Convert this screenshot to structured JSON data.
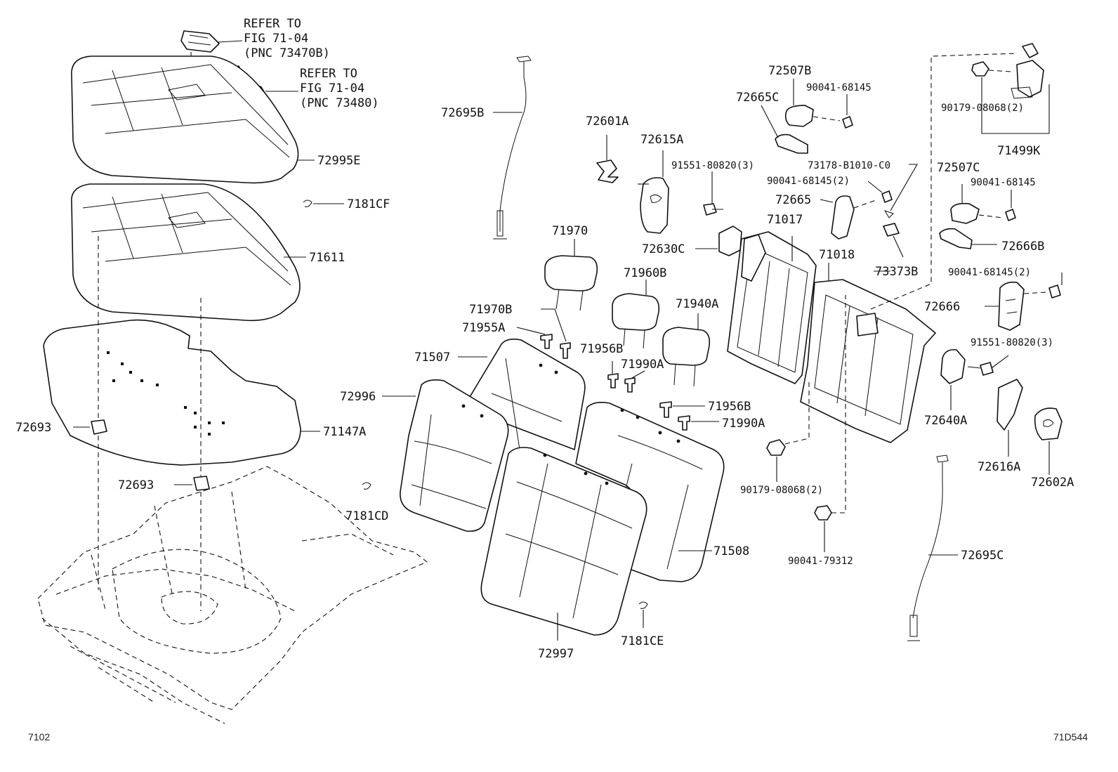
{
  "labels": {
    "refer1": [
      "REFER TO",
      "FIG 71-04",
      "(PNC 73470B)"
    ],
    "refer2": [
      "REFER TO",
      "FIG 71-04",
      "(PNC 73480)"
    ],
    "p72995E": "72995E",
    "p7181CF": "7181CF",
    "p71611": "71611",
    "p71147A": "71147A",
    "p72693a": "72693",
    "p72693b": "72693",
    "p7181CD": "7181CD",
    "p72695B": "72695B",
    "p72601A": "72601A",
    "p72615A": "72615A",
    "p71970": "71970",
    "p71970B": "71970B",
    "p71955A": "71955A",
    "p71507": "71507",
    "p72996": "72996",
    "p71960B": "71960B",
    "p71956B_a": "71956B",
    "p71990A_a": "71990A",
    "p71940A": "71940A",
    "p71956B_b": "71956B",
    "p71990A_b": "71990A",
    "p71508": "71508",
    "p72997": "72997",
    "p7181CE": "7181CE",
    "p72507B": "72507B",
    "p90041_68145_a": "90041-68145",
    "p72665C": "72665C",
    "p91551_80820_a": "91551-80820(3)",
    "p73178": "73178-B1010-C0",
    "p90041_68145_2a": "90041-68145(2)",
    "p72665": "72665",
    "p71017": "71017",
    "p72630C": "72630C",
    "p71018": "71018",
    "p73373B": "73373B",
    "p90179_08068_a": "90179-08068(2)",
    "p90041_79312": "90041-79312",
    "p90179_08068_b": "90179-08068(2)",
    "p71499K": "71499K",
    "p72507C": "72507C",
    "p90041_68145_b": "90041-68145",
    "p72666B": "72666B",
    "p90041_68145_2b": "90041-68145(2)",
    "p72666": "72666",
    "p91551_80820_b": "91551-80820(3)",
    "p72640A": "72640A",
    "p72616A": "72616A",
    "p72602A": "72602A",
    "p72695C": "72695C"
  },
  "footer": {
    "left": "7102",
    "right": "71D544"
  }
}
